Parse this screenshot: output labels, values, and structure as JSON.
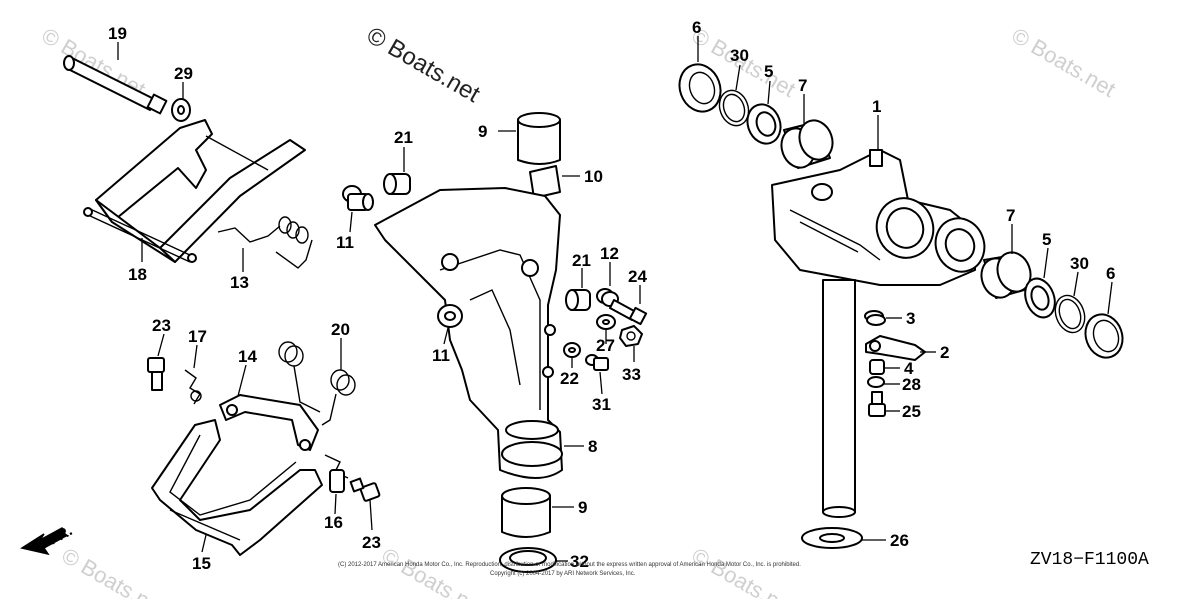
{
  "watermark": {
    "main": "© Boats.net",
    "faded": "© Boats.net"
  },
  "diagram_code": "ZV18−F1100A",
  "direction_label": "FR.",
  "copyright_line1": "(C) 2012-2017 American Honda Motor Co., Inc. Reproduction, distribution or modification without the express written approval of American Honda Motor Co., Inc. is prohibited.",
  "copyright_line2": "Copyright (c) 2004-2017 by ARI Network Services, Inc.",
  "callouts": {
    "c1": "1",
    "c2": "2",
    "c3": "3",
    "c4": "4",
    "c5a": "5",
    "c5b": "5",
    "c6a": "6",
    "c6b": "6",
    "c7a": "7",
    "c7b": "7",
    "c8": "8",
    "c9a": "9",
    "c9b": "9",
    "c10": "10",
    "c11a": "11",
    "c11b": "11",
    "c12": "12",
    "c13": "13",
    "c14": "14",
    "c15": "15",
    "c16": "16",
    "c17": "17",
    "c18": "18",
    "c19": "19",
    "c20": "20",
    "c21a": "21",
    "c21b": "21",
    "c22": "22",
    "c23a": "23",
    "c23b": "23",
    "c24": "24",
    "c25": "25",
    "c26": "26",
    "c27": "27",
    "c28": "28",
    "c29": "29",
    "c30a": "30",
    "c30b": "30",
    "c31": "31",
    "c32": "32",
    "c33": "33"
  }
}
